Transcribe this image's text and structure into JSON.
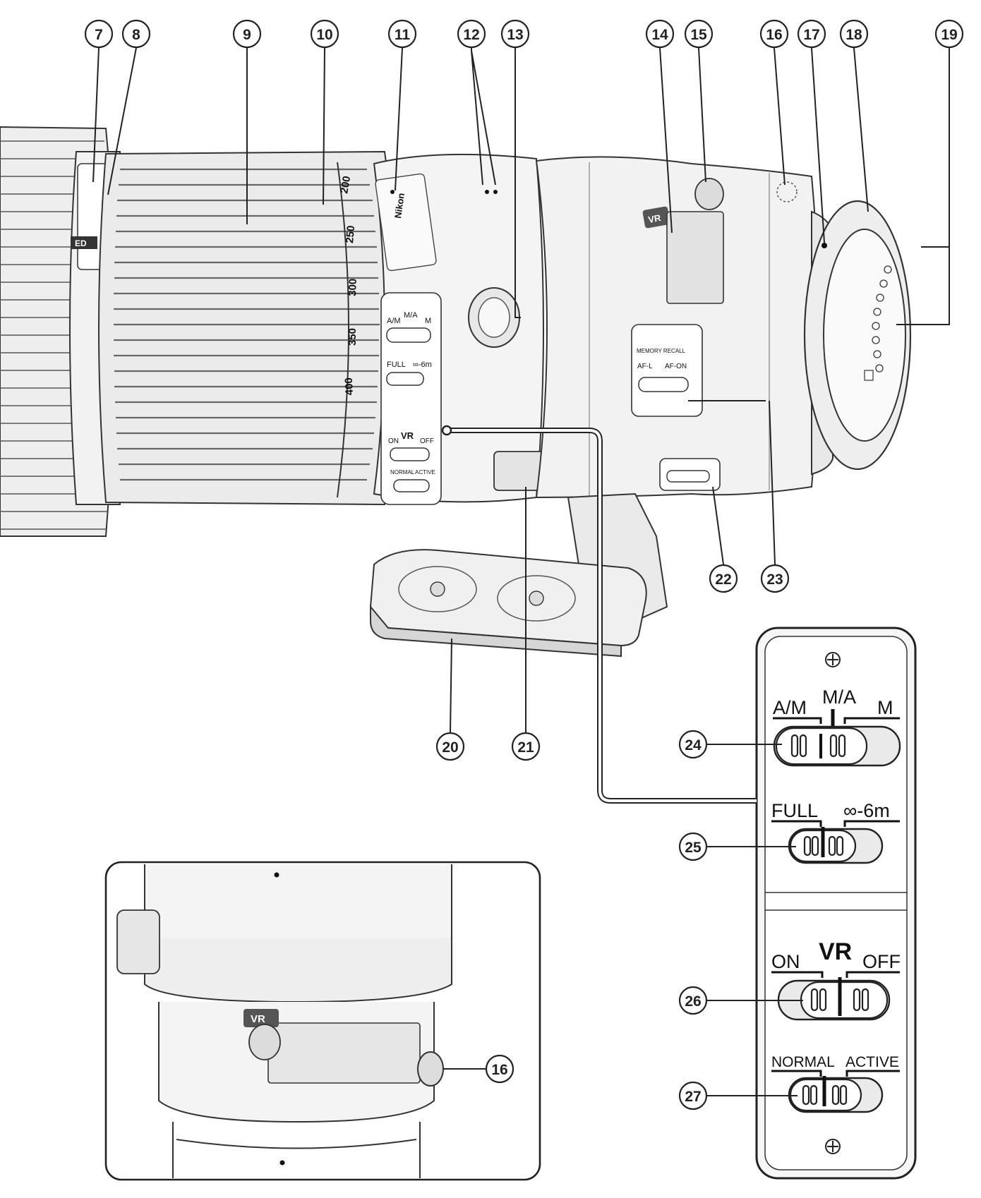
{
  "callouts": {
    "c7": "7",
    "c8": "8",
    "c9": "9",
    "c10": "10",
    "c11": "11",
    "c12": "12",
    "c13": "13",
    "c14": "14",
    "c15": "15",
    "c16": "16",
    "c17": "17",
    "c18": "18",
    "c19": "19",
    "c20": "20",
    "c21": "21",
    "c22": "22",
    "c23": "23",
    "c24": "24",
    "c25": "25",
    "c26": "26",
    "c27": "27",
    "c16b": "16"
  },
  "lens_markings": {
    "focal_marks": [
      "200",
      "250",
      "300",
      "350",
      "400"
    ],
    "vr_badge": "VR",
    "brand": "Nikon",
    "ed_mark": "ED",
    "small_focus_mode": {
      "left": "A/M",
      "center": "M/A",
      "right": "M"
    },
    "small_limit": {
      "left": "FULL",
      "right": "∞-6m"
    },
    "small_vr": {
      "left": "ON",
      "center": "VR",
      "right": "OFF"
    },
    "small_vr_mode": {
      "left": "NORMAL",
      "right": "ACTIVE"
    },
    "memory_panel": {
      "top": "MEMORY RECALL",
      "left": "AF-L",
      "right": "AF-ON"
    }
  },
  "switch_panel": {
    "focus_mode": {
      "left": "A/M",
      "center": "M/A",
      "right": "M"
    },
    "focus_limit": {
      "left": "FULL",
      "right": "∞-6m"
    },
    "vr": {
      "left": "ON",
      "center": "VR",
      "right": "OFF"
    },
    "vr_mode": {
      "left": "NORMAL",
      "right": "ACTIVE"
    }
  },
  "inset": {
    "vr_badge": "VR"
  },
  "colors": {
    "line": "#222222",
    "body": "#f4f4f4",
    "shade": "#d9d9d9",
    "dark": "#444444"
  }
}
